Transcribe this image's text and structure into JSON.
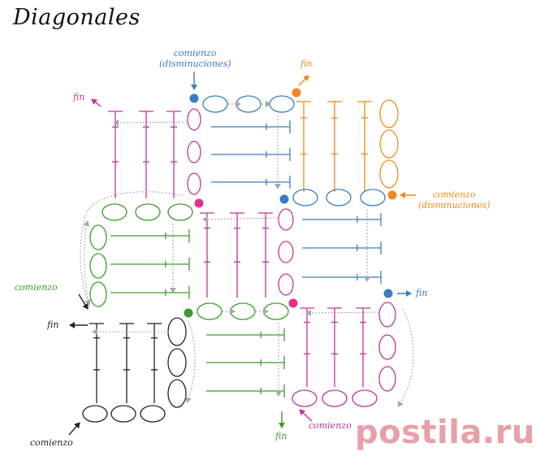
{
  "title": "Diagonales",
  "labels": {
    "blue_start": [
      "comienzo",
      "(disminuciones)"
    ],
    "orange_end": "fin",
    "magenta_end": "fin",
    "orange_start": [
      "comienzo",
      "(disminuciones)"
    ],
    "green_start": "comienzo",
    "blue_end": "fin",
    "black_end": "fin",
    "green_end": "fin",
    "magenta_start": "comienzo",
    "black_start": "comienzo"
  },
  "watermark": "postila.ru",
  "colors": {
    "blue": "#3a7cc0",
    "orange": "#ee8a1e",
    "magenta": "#c0359a",
    "pink": "#e0308a",
    "green": "#3c9c2c",
    "black": "#222222",
    "gray": "#a9a9a9"
  }
}
